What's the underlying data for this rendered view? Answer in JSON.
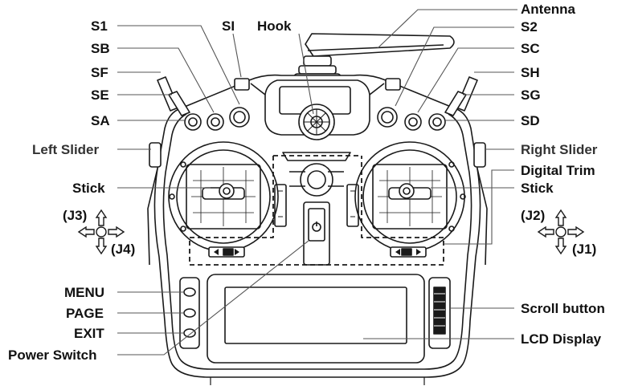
{
  "labels": {
    "antenna": "Antenna",
    "s1": "S1",
    "si": "SI",
    "hook": "Hook",
    "s2": "S2",
    "sb": "SB",
    "sc": "SC",
    "sf": "SF",
    "sh": "SH",
    "se": "SE",
    "sg": "SG",
    "sa": "SA",
    "sd": "SD",
    "left_slider": "Left Slider",
    "right_slider": "Right Slider",
    "digital_trim": "Digital Trim",
    "stick_left": "Stick",
    "stick_right": "Stick",
    "j3": "(J3)",
    "j4": "(J4)",
    "j2": "(J2)",
    "j1": "(J1)",
    "menu": "MENU",
    "page": "PAGE",
    "exit": "EXIT",
    "power_switch": "Power Switch",
    "scroll_button": "Scroll button",
    "lcd_display": "LCD Display"
  },
  "colors": {
    "outline": "#1a1a1a",
    "leader": "#555555",
    "label": "#111111"
  }
}
